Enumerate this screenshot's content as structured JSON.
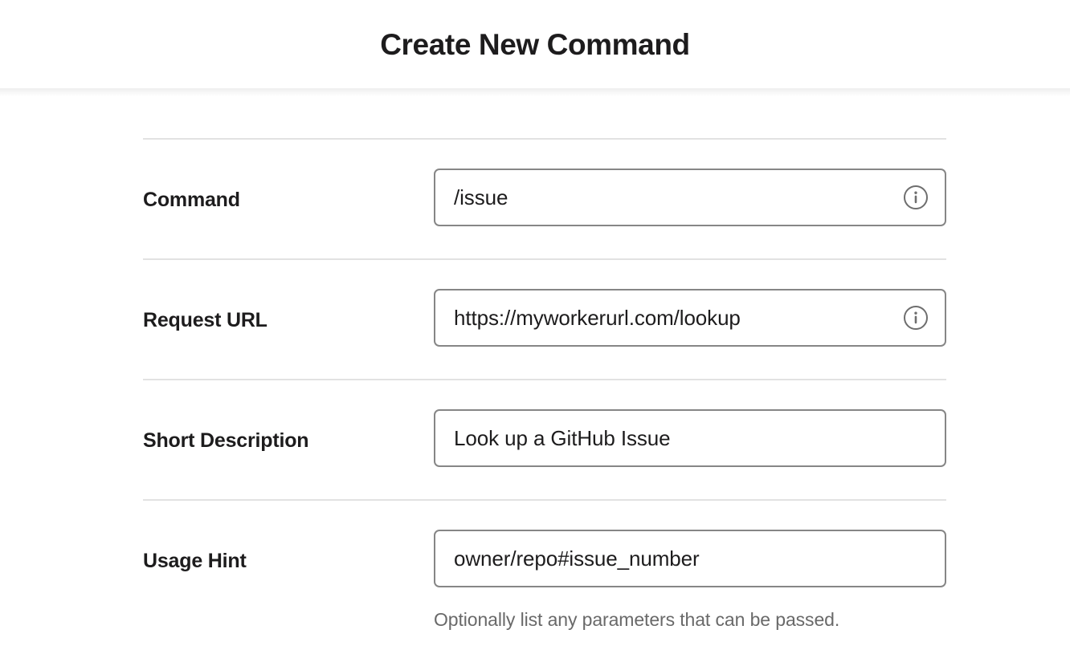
{
  "header": {
    "title": "Create New Command"
  },
  "form": {
    "rows": [
      {
        "label": "Command",
        "value": "/issue",
        "placeholder": "",
        "info_icon": "info-circle-icon",
        "help": ""
      },
      {
        "label": "Request URL",
        "value": "https://myworkerurl.com/lookup",
        "placeholder": "",
        "info_icon": "info-circle-icon",
        "help": ""
      },
      {
        "label": "Short Description",
        "value": "Look up a GitHub Issue",
        "placeholder": "",
        "info_icon": "",
        "help": ""
      },
      {
        "label": "Usage Hint",
        "value": "owner/repo#issue_number",
        "placeholder": "",
        "info_icon": "",
        "help": "Optionally list any parameters that can be passed."
      }
    ]
  },
  "colors": {
    "text": "#1d1c1d",
    "muted_text": "#696969",
    "field_border": "#868686",
    "divider": "#e2e2e2",
    "background": "#ffffff",
    "icon": "#6e6e6e"
  }
}
